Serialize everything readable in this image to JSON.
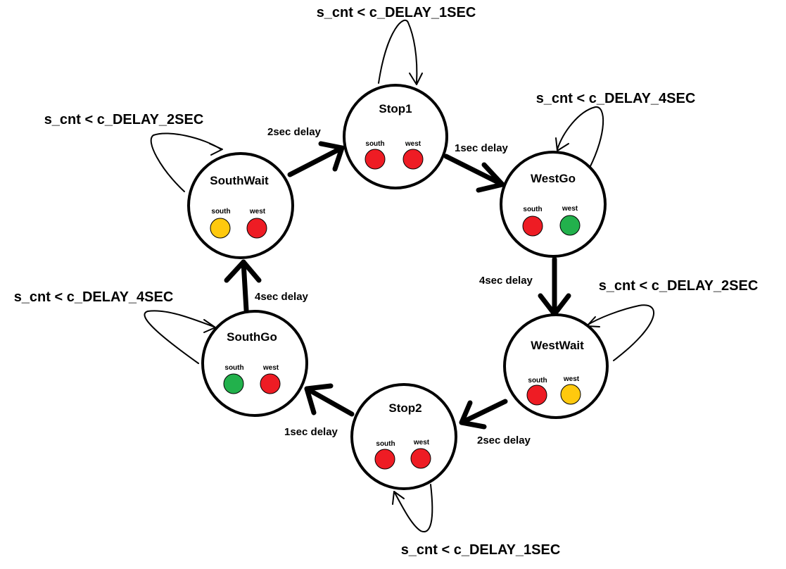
{
  "states": [
    {
      "id": "stop1",
      "name": "Stop1",
      "lights": [
        {
          "label": "south",
          "color": "#ee1c24"
        },
        {
          "label": "west",
          "color": "#ee1c24"
        }
      ]
    },
    {
      "id": "westgo",
      "name": "WestGo",
      "lights": [
        {
          "label": "south",
          "color": "#ee1c24"
        },
        {
          "label": "west",
          "color": "#22b14c"
        }
      ]
    },
    {
      "id": "westwait",
      "name": "WestWait",
      "lights": [
        {
          "label": "south",
          "color": "#ee1c24"
        },
        {
          "label": "west",
          "color": "#ffc90e"
        }
      ]
    },
    {
      "id": "stop2",
      "name": "Stop2",
      "lights": [
        {
          "label": "south",
          "color": "#ee1c24"
        },
        {
          "label": "west",
          "color": "#ee1c24"
        }
      ]
    },
    {
      "id": "southgo",
      "name": "SouthGo",
      "lights": [
        {
          "label": "south",
          "color": "#22b14c"
        },
        {
          "label": "west",
          "color": "#ee1c24"
        }
      ]
    },
    {
      "id": "southwait",
      "name": "SouthWait",
      "lights": [
        {
          "label": "south",
          "color": "#ffc90e"
        },
        {
          "label": "west",
          "color": "#ee1c24"
        }
      ]
    }
  ],
  "transitions": [
    {
      "from": "Stop1",
      "to": "WestGo",
      "label": "1sec delay"
    },
    {
      "from": "WestGo",
      "to": "WestWait",
      "label": "4sec delay"
    },
    {
      "from": "WestWait",
      "to": "Stop2",
      "label": "2sec delay"
    },
    {
      "from": "Stop2",
      "to": "SouthGo",
      "label": "1sec delay"
    },
    {
      "from": "SouthGo",
      "to": "SouthWait",
      "label": "4sec delay"
    },
    {
      "from": "SouthWait",
      "to": "Stop1",
      "label": "2sec delay"
    }
  ],
  "self_loops": [
    {
      "state": "Stop1",
      "label": "s_cnt < c_DELAY_1SEC"
    },
    {
      "state": "WestGo",
      "label": "s_cnt < c_DELAY_4SEC"
    },
    {
      "state": "WestWait",
      "label": "s_cnt < c_DELAY_2SEC"
    },
    {
      "state": "Stop2",
      "label": "s_cnt < c_DELAY_1SEC"
    },
    {
      "state": "SouthGo",
      "label": "s_cnt < c_DELAY_4SEC"
    },
    {
      "state": "SouthWait",
      "label": "s_cnt < c_DELAY_2SEC"
    }
  ]
}
